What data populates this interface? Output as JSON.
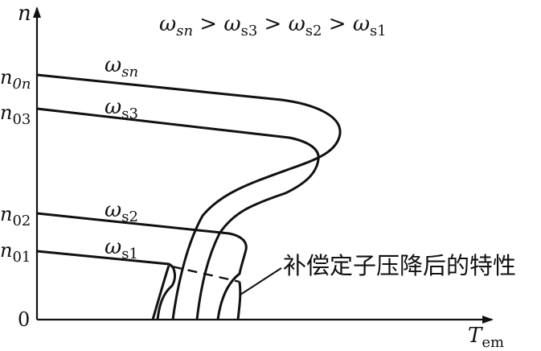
{
  "axes": {
    "y_label": "n",
    "x_label_main": "T",
    "x_label_sub": "em",
    "origin": "0"
  },
  "condition": {
    "parts": [
      {
        "sym": "ω",
        "sub": "sn"
      },
      {
        "sym": "ω",
        "sub": "s3"
      },
      {
        "sym": "ω",
        "sub": "s2"
      },
      {
        "sym": "ω",
        "sub": "s1"
      }
    ],
    "sep": " > "
  },
  "y_ticks": [
    {
      "main": "n",
      "sub": "0n"
    },
    {
      "main": "n",
      "sub": "03"
    },
    {
      "main": "n",
      "sub": "02"
    },
    {
      "main": "n",
      "sub": "01"
    }
  ],
  "curve_labels": [
    {
      "sym": "ω",
      "sub": "sn"
    },
    {
      "sym": "ω",
      "sub": "s3"
    },
    {
      "sym": "ω",
      "sub": "s2"
    },
    {
      "sym": "ω",
      "sub": "s1"
    }
  ],
  "annotation": "补偿定子压降后的特性",
  "colors": {
    "ink": "#111111",
    "background": "#ffffff"
  }
}
